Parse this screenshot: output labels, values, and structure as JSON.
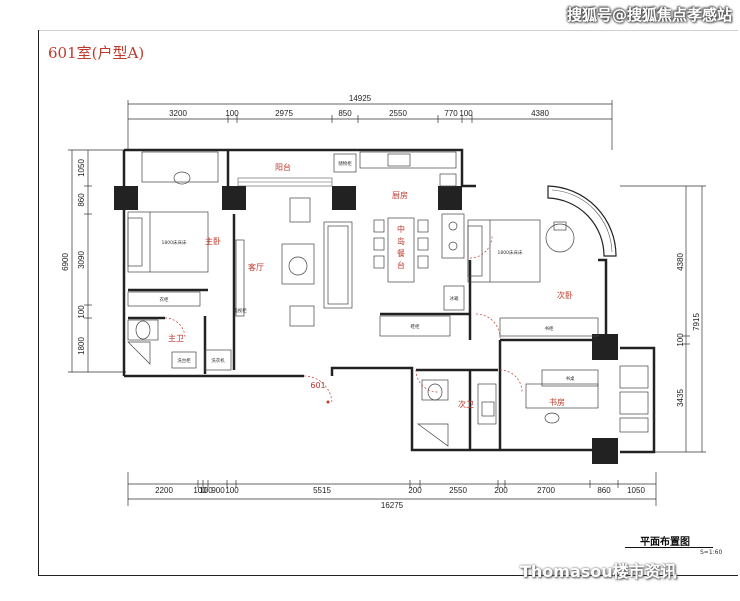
{
  "watermark_top": "搜狐号@搜狐焦点孝感站",
  "title": "601室(户型A)",
  "dims": {
    "top_total": "14925",
    "top": [
      "3200",
      "100",
      "2975",
      "850",
      "2550",
      "770",
      "100",
      "4380"
    ],
    "bottom": [
      "2200",
      "100",
      "100",
      "900",
      "100",
      "5515",
      "200",
      "2550",
      "200",
      "2700",
      "860",
      "1050"
    ],
    "bottom_total": "16275",
    "left": [
      "1050",
      "860",
      "3090",
      "6900",
      "100",
      "1800"
    ],
    "right": [
      "4380",
      "7915",
      "100",
      "3435"
    ]
  },
  "rooms": {
    "balcony": "阳台",
    "kitchen": "厨房",
    "island": "中岛餐台",
    "master": "主卧",
    "living": "客厅",
    "second": "次卧",
    "master_bath": "主卫",
    "second_bath": "次卫",
    "study": "书房",
    "entry": "601"
  },
  "small_labels": {
    "bed1": "1800床床床",
    "bed2": "1800床床床",
    "washer": "洗衣机",
    "fridge": "冰箱",
    "shoe": "鞋柜",
    "wardrobe": "衣柜",
    "tv": "电视柜",
    "sink": "洗台柜",
    "desk": "书桌",
    "bookshelf": "书柜",
    "cabinet": "储物柜"
  },
  "legend": {
    "title": "平面布置图",
    "scale": "S=1:60"
  },
  "watermark_bottom": "Thomasou楼市资讯"
}
